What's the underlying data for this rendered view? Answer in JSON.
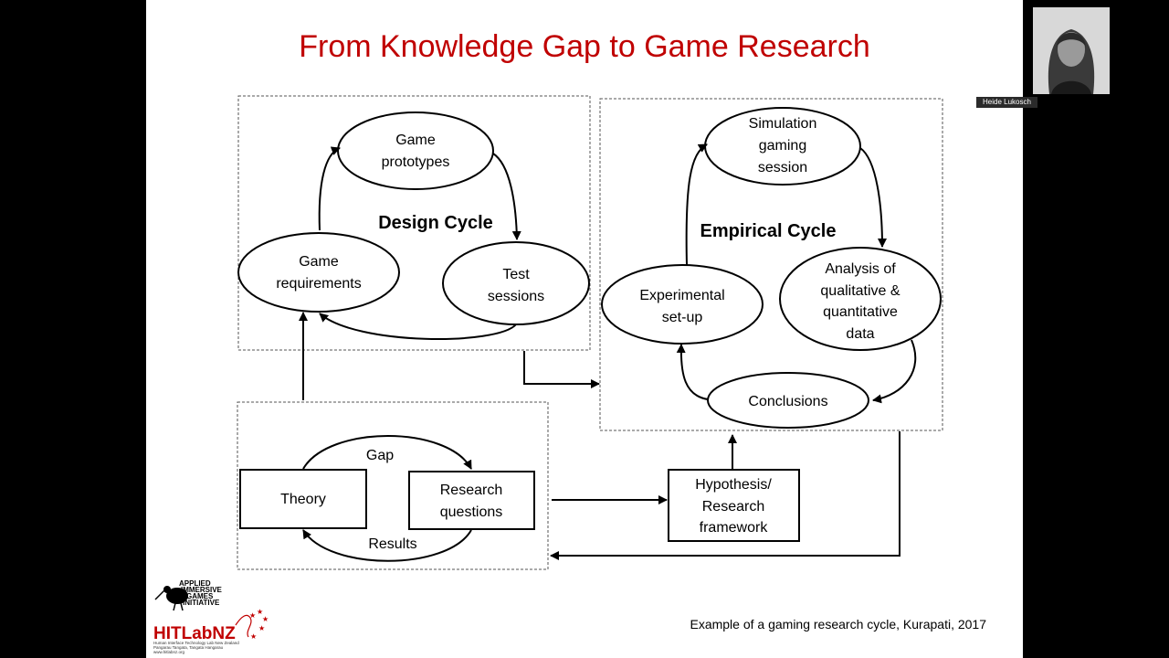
{
  "slide": {
    "title": "From Knowledge Gap to Game Research",
    "title_color": "#c00000",
    "caption": "Example of a gaming research cycle, Kurapati, 2017"
  },
  "design_cycle": {
    "label": "Design Cycle",
    "nodes": {
      "prototypes": [
        "Game",
        "prototypes"
      ],
      "requirements": [
        "Game",
        "requirements"
      ],
      "test": [
        "Test",
        "sessions"
      ]
    }
  },
  "empirical_cycle": {
    "label": "Empirical Cycle",
    "nodes": {
      "simulation": [
        "Simulation",
        "gaming",
        "session"
      ],
      "setup": [
        "Experimental",
        "set-up"
      ],
      "analysis": [
        "Analysis of",
        "qualitative &",
        "quantitative",
        "data"
      ],
      "conclusions": [
        "Conclusions"
      ]
    }
  },
  "knowledge": {
    "theory": "Theory",
    "questions": [
      "Research",
      "questions"
    ],
    "gap": "Gap",
    "results": "Results"
  },
  "hypothesis": [
    "Hypothesis/",
    "Research",
    "framework"
  ],
  "logos": {
    "aig": [
      "APPLIED",
      "IMMERSIVE",
      "GAMES",
      "INITIATIVE"
    ],
    "hitlab": "HITLabNZ",
    "hitlab_sub": [
      "Human Interface Technology Lab New Zealand",
      "Pangarau Tangata, Tangata Hangarau",
      "www.hitlabnz.org"
    ],
    "hitlab_color": "#c00000"
  },
  "webcam": {
    "name": "Heide Lukosch"
  }
}
